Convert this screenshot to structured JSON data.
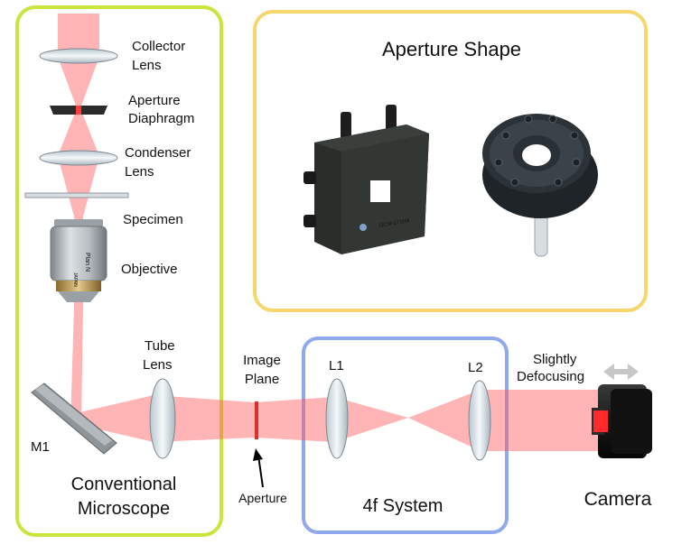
{
  "labels": {
    "collector": [
      "Collector",
      "Lens"
    ],
    "aperture_diaphragm": [
      "Aperture",
      "Diaphragm"
    ],
    "condenser": [
      "Condenser",
      "Lens"
    ],
    "specimen": "Specimen",
    "objective": "Objective",
    "tube_lens": [
      "Tube",
      "Lens"
    ],
    "m1": "M1",
    "conventional_microscope": [
      "Conventional",
      "Microscope"
    ],
    "image_plane": [
      "Image",
      "Plane"
    ],
    "aperture": "Aperture",
    "l1": "L1",
    "l2": "L2",
    "slightly_defocusing": [
      "Slightly",
      "Defocusing"
    ],
    "four_f_system": "4f System",
    "camera": "Camera",
    "aperture_shape": "Aperture Shape",
    "objective_engraving": [
      "Plan N",
      "JAPAN"
    ],
    "mount_engraving": "GCM-5711M"
  },
  "colors": {
    "microscope_box": "#c8e63c",
    "aperture_shape_box": "#f5d76e",
    "four_f_box": "#8fa8ee",
    "beam": "#ff5a5a"
  },
  "icons": [
    "double-arrow-icon"
  ]
}
